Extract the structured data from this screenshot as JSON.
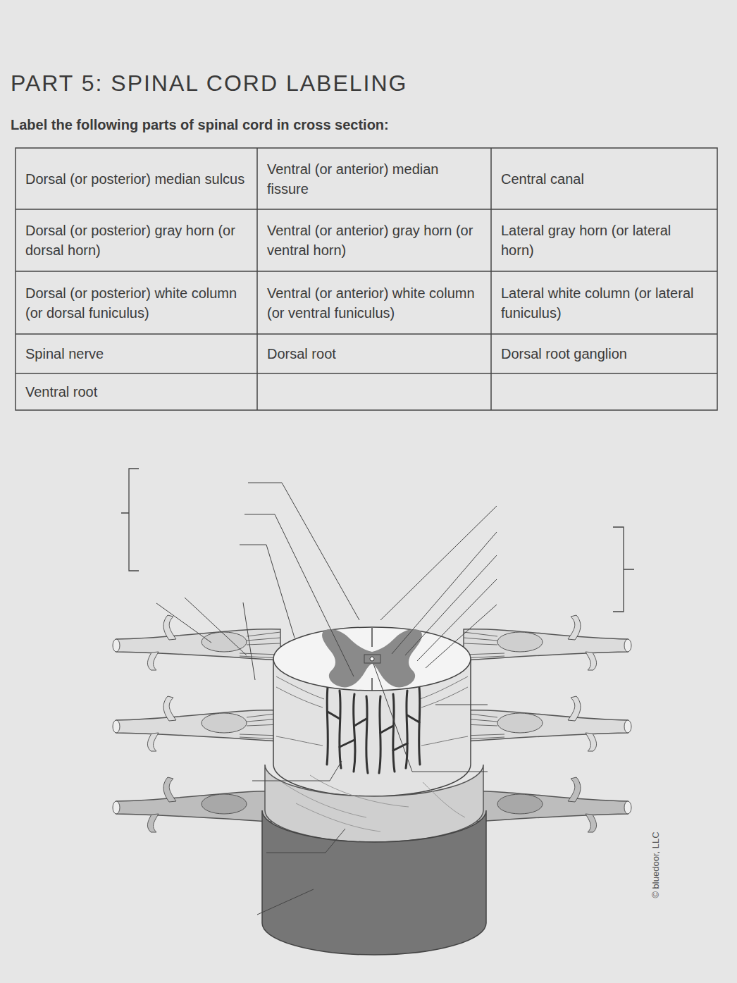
{
  "diagram": {
    "title": "PART 5: SPINAL CORD LABELING",
    "labels": [
      "Label the following parts of spinal cord in cross section:",
      "Dorsal (or posterior) median sulcus",
      "Ventral (or anterior) median fissure",
      "Central canal",
      "Dorsal (or posterior) gray horn (or dorsal horn)",
      "Ventral (or anterior) gray horn (or ventral horn)",
      "Lateral gray horn (or lateral horn)",
      "Dorsal (or posterior) white column (or dorsal funiculus)",
      "Ventral (or anterior) white column (or ventral funiculus)",
      "Lateral white column (or lateral funiculus)",
      "Spinal nerve",
      "Dorsal root",
      "Dorsal root ganglion",
      "Ventral root",
      "© bluedoor, LLC"
    ]
  }
}
